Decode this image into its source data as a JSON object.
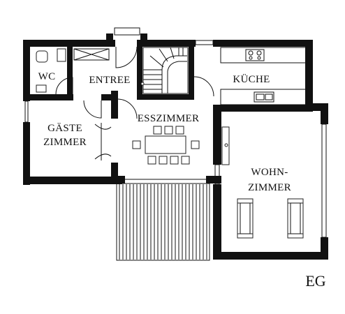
{
  "plan": {
    "level": "EG",
    "rooms": {
      "wc": "WC",
      "entree": "ENTREE",
      "kueche": "KÜCHE",
      "gaeste_line1": "GÄSTE",
      "gaeste_line2": "ZIMMER",
      "esszimmer": "ESSZIMMER",
      "wohn_line1": "WOHN-",
      "wohn_line2": "ZIMMER"
    },
    "colors": {
      "wall": "#111111",
      "background": "#ffffff"
    }
  }
}
